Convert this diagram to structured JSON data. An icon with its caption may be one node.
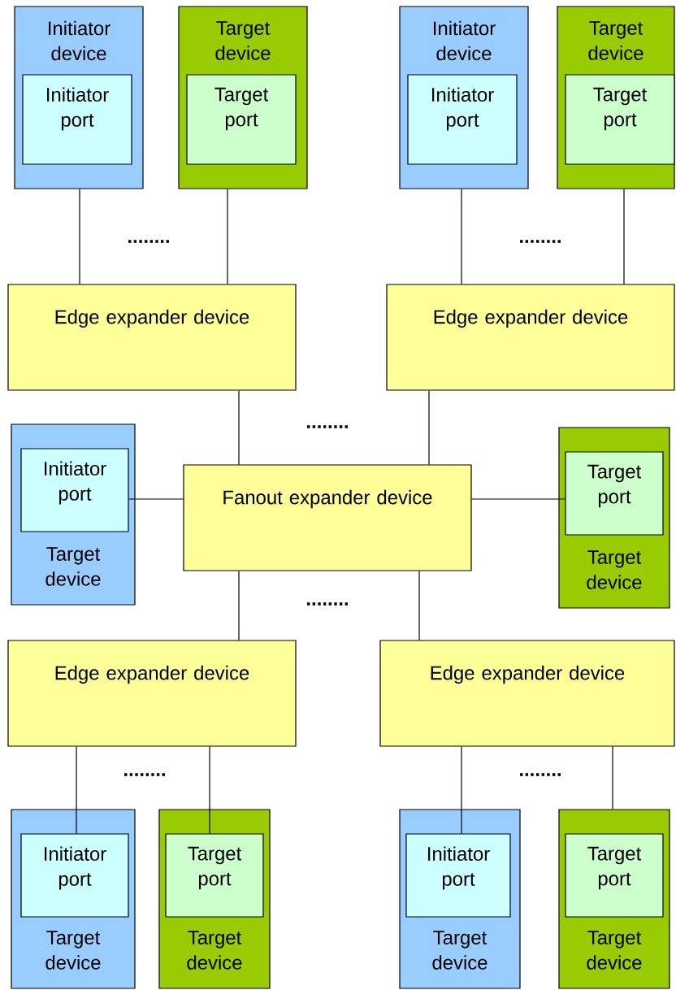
{
  "diagram": {
    "nodes": [
      {
        "text": [
          "Initiator device"
        ]
      },
      {
        "text": [
          "Initiator port"
        ],
        "in": 0
      },
      {
        "text": [
          "Target device"
        ]
      },
      {
        "text": [
          "Target port"
        ],
        "in": 2
      },
      {
        "text": [
          "Initiator device"
        ]
      },
      {
        "text": [
          "Initiator port"
        ],
        "in": 4
      },
      {
        "text": [
          "Target device"
        ]
      },
      {
        "text": [
          "Target port"
        ],
        "in": 6
      },
      {
        "text": [
          "Edge expander device"
        ]
      },
      {
        "text": [
          "Edge expander device"
        ]
      },
      {
        "text": [
          "Target device"
        ]
      },
      {
        "text": [
          "Initiator port"
        ],
        "in": 10
      },
      {
        "text": [
          "Fanout expander device"
        ]
      },
      {
        "text": [
          "Target device"
        ]
      },
      {
        "text": [
          "Target port"
        ],
        "in": 13
      },
      {
        "text": [
          "Edge expander device"
        ]
      },
      {
        "text": [
          "Edge expander device"
        ]
      },
      {
        "text": [
          "Target device"
        ]
      },
      {
        "text": [
          "Initiator port"
        ],
        "in": 17
      },
      {
        "text": [
          "Target device"
        ]
      },
      {
        "text": [
          "Target port"
        ],
        "in": 19
      },
      {
        "text": [
          "Target device"
        ]
      },
      {
        "text": [
          "Initiator port"
        ],
        "in": 21
      },
      {
        "text": [
          "Target device"
        ]
      },
      {
        "text": [
          "Target port"
        ],
        "in": 23
      }
    ],
    "edges": [
      {
        "from": 0,
        "to": 8,
        "arrow": "none"
      },
      {
        "from": 2,
        "to": 8,
        "arrow": "none"
      },
      {
        "from": 4,
        "to": 9,
        "arrow": "none"
      },
      {
        "from": 6,
        "to": 9,
        "arrow": "none"
      },
      {
        "from": 8,
        "to": 12,
        "arrow": "none"
      },
      {
        "from": 9,
        "to": 12,
        "arrow": "none"
      },
      {
        "from": 11,
        "to": 12,
        "arrow": "none"
      },
      {
        "from": 12,
        "to": 14,
        "arrow": "none"
      },
      {
        "from": 12,
        "to": 15,
        "arrow": "none"
      },
      {
        "from": 12,
        "to": 16,
        "arrow": "none"
      },
      {
        "from": 15,
        "to": 18,
        "arrow": "none"
      },
      {
        "from": 15,
        "to": 20,
        "arrow": "none"
      },
      {
        "from": 16,
        "to": 22,
        "arrow": "none"
      },
      {
        "from": 16,
        "to": 23,
        "arrow": "none"
      }
    ],
    "labels": [
      "........",
      "........",
      "........",
      "........",
      "........",
      "........"
    ]
  }
}
